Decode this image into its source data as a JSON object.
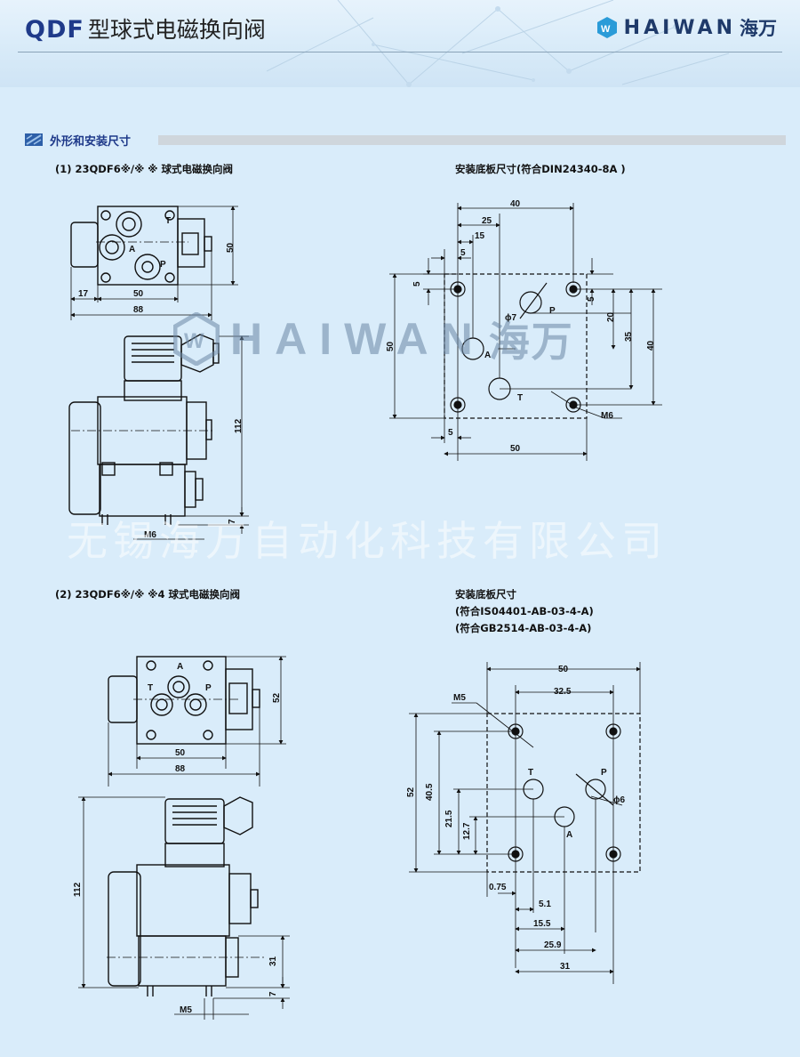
{
  "header": {
    "code": "QDF",
    "name": "型球式电磁换向阀",
    "brand": "HAIWAN",
    "brand_cn": "海万"
  },
  "section": {
    "title": "外形和安装尺寸"
  },
  "captions": {
    "fig1": "(1) 23QDF6※/※ ※ 球式电磁换向阀",
    "plate1": "安装底板尺寸(符合DIN24340-8A )",
    "fig2": "(2) 23QDF6※/※ ※4 球式电磁换向阀",
    "plate2_l1": "安装底板尺寸",
    "plate2_l2": "(符合IS04401-AB-03-4-A)",
    "plate2_l3": "(符合GB2514-AB-03-4-A)"
  },
  "fig1": {
    "ports": [
      "T",
      "A",
      "P"
    ],
    "dims": {
      "h50": "50",
      "w17": "17",
      "w50": "50",
      "w88": "88",
      "h112": "112",
      "h7": "7",
      "thread": "M6"
    }
  },
  "plate1": {
    "ports": [
      "P",
      "A",
      "T"
    ],
    "dims": {
      "d40": "40",
      "d25": "25",
      "d15": "15",
      "d5a": "5",
      "d5b": "5",
      "d5c": "5",
      "d5d": "5",
      "d50h": "50",
      "d50w": "50",
      "d20": "20",
      "d35": "35",
      "d40v": "40",
      "phi7": "ϕ7",
      "m6": "M6"
    }
  },
  "fig2": {
    "ports": [
      "A",
      "T",
      "P"
    ],
    "dims": {
      "h52": "52",
      "w50": "50",
      "w88": "88",
      "h112": "112",
      "h31": "31",
      "h7": "7",
      "thread": "M5"
    }
  },
  "plate2": {
    "ports": [
      "T",
      "P",
      "A"
    ],
    "dims": {
      "d50": "50",
      "d325": "32.5",
      "m5": "M5",
      "d52": "52",
      "d405": "40.5",
      "d215": "21.5",
      "d127": "12.7",
      "phi6": "ϕ6",
      "d075": "0.75",
      "d51": "5.1",
      "d155": "15.5",
      "d259": "25.9",
      "d31": "31"
    }
  },
  "watermark": {
    "brand": "HAIWAN",
    "brand_cn": "海万",
    "company": "无锡海万自动化科技有限公司"
  }
}
